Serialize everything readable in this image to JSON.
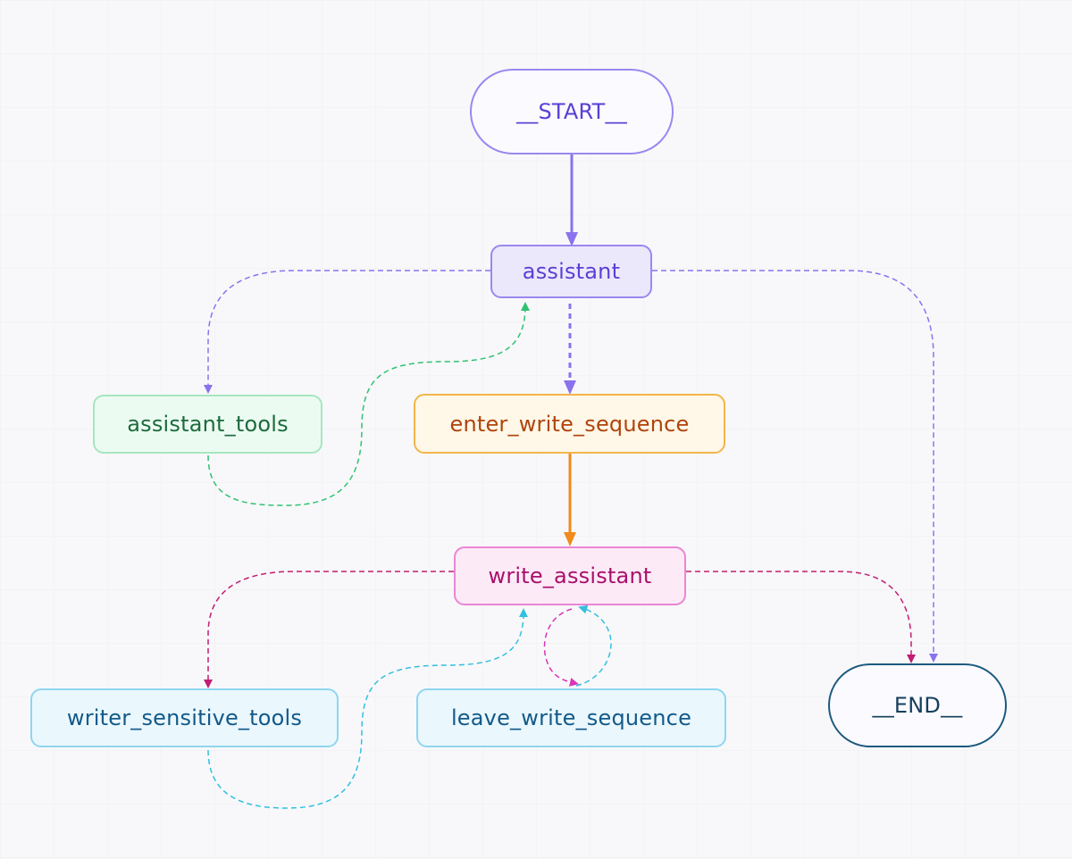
{
  "nodes": {
    "start": "__START__",
    "assistant": "assistant",
    "assistant_tools": "assistant_tools",
    "enter_write_sequence": "enter_write_sequence",
    "write_assistant": "write_assistant",
    "writer_sensitive_tools": "writer_sensitive_tools",
    "leave_write_sequence": "leave_write_sequence",
    "end": "__END__"
  },
  "edges": [
    {
      "from": "__START__",
      "to": "assistant",
      "style": "solid",
      "color": "#8b72ee"
    },
    {
      "from": "assistant",
      "to": "assistant_tools",
      "style": "dashed",
      "color": "#8b72ee"
    },
    {
      "from": "assistant",
      "to": "enter_write_sequence",
      "style": "dashed",
      "color": "#8b72ee"
    },
    {
      "from": "assistant",
      "to": "__END__",
      "style": "dashed",
      "color": "#8b72ee"
    },
    {
      "from": "assistant_tools",
      "to": "assistant",
      "style": "dashed",
      "color": "#2fc271"
    },
    {
      "from": "enter_write_sequence",
      "to": "write_assistant",
      "style": "solid",
      "color": "#f08a1c"
    },
    {
      "from": "write_assistant",
      "to": "writer_sensitive_tools",
      "style": "dashed",
      "color": "#c21c73"
    },
    {
      "from": "write_assistant",
      "to": "leave_write_sequence",
      "style": "dashed",
      "color": "#d936b8"
    },
    {
      "from": "write_assistant",
      "to": "__END__",
      "style": "dashed",
      "color": "#c21c73"
    },
    {
      "from": "writer_sensitive_tools",
      "to": "write_assistant",
      "style": "dashed",
      "color": "#33bfe0"
    },
    {
      "from": "leave_write_sequence",
      "to": "write_assistant",
      "style": "dashed",
      "color": "#33bfe0"
    }
  ]
}
